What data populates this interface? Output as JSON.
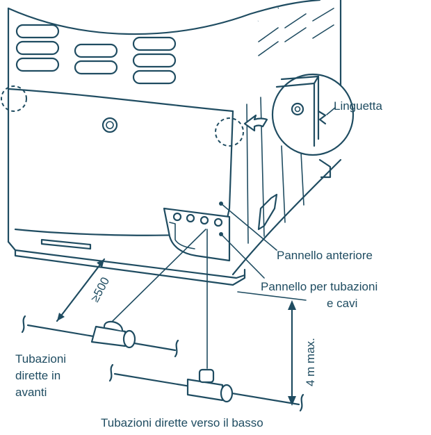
{
  "labels": {
    "tab": "Linguetta",
    "front_panel": "Pannello anteriore",
    "pipe_panel_line1": "Pannello per tubazioni",
    "pipe_panel_line2": "e cavi",
    "front_pipes_line1": "Tubazioni",
    "front_pipes_line2": "dirette in",
    "front_pipes_line3": "avanti",
    "down_pipes": "Tubazioni dirette verso il basso",
    "clearance": "≥500",
    "height": "4 m max."
  },
  "colors": {
    "line": "#1f4c61",
    "background": "#ffffff"
  }
}
